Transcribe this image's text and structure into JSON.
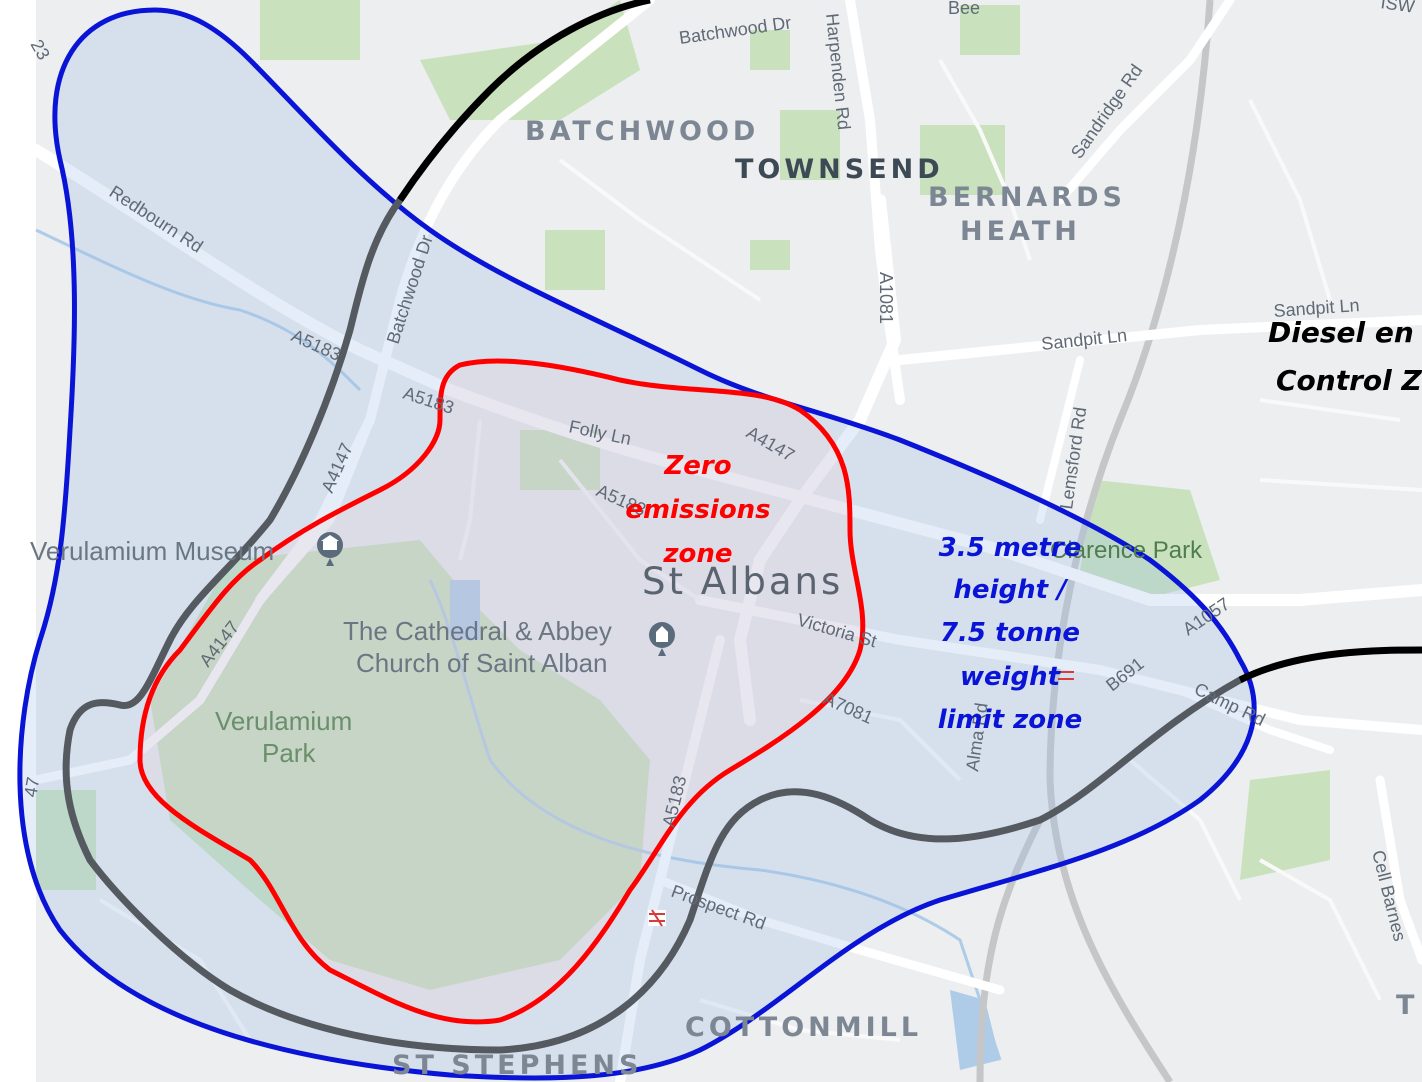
{
  "map": {
    "colors": {
      "land": "#eceef0",
      "land_alt": "#e4e7ea",
      "park": "#c9e2bd",
      "park_dark": "#a8d39a",
      "road": "#ffffff",
      "road_minor": "#f7f7f7",
      "water": "#aecbe8",
      "rail": "#bdbdbd",
      "zone_zero": "#ff0000",
      "zone_height": "#0000dd",
      "diesel_line": "#000000",
      "inner_ring": "#555a60"
    },
    "districts": {
      "batchwood": "BATCHWOOD",
      "townsend": "TOWNSEND",
      "bernards_1": "BERNARDS",
      "bernards_2": "HEATH",
      "cottonmill": "COTTONMILL",
      "st_stephens": "ST STEPHENS",
      "t_partial": "T"
    },
    "city": "St Albans",
    "places": {
      "museum": "Verulamium Museum",
      "cathedral_1": "The Cathedral & Abbey",
      "cathedral_2": "Church of Saint Alban",
      "park_1": "Verulamium",
      "park_2": "Park",
      "clarence": "Clarence Park"
    },
    "roads": {
      "batchwood_dr_top": "Batchwood Dr",
      "batchwood_dr_side": "Batchwood Dr",
      "harpenden_rd": "Harpenden Rd",
      "sandridge_rd": "Sandridge Rd",
      "redbourn_rd": "Redbourn Rd",
      "a5183_a": "A5183",
      "a5183_b": "A5183",
      "a5183_c": "A5183",
      "a5183_d": "A5183",
      "a4147_a": "A4147",
      "a4147_b": "A4147",
      "a4147_c": "A4147",
      "a1081_top": "A1081",
      "a1081_bottom": "A7081",
      "folly_ln": "Folly Ln",
      "sandpit_ln_a": "Sandpit Ln",
      "sandpit_ln_b": "Sandpit Ln",
      "lemsford_rd": "Lemsford Rd",
      "victoria_st": "Victoria St",
      "b691": "B691",
      "a1057": "A1057",
      "camp_rd": "Camp Rd",
      "alma_rd": "Alma Rd",
      "prospect_rd": "Prospect Rd",
      "cell_barnes": "Cell Barnes",
      "bee_partial": "Bee",
      "edge_23": "23",
      "edge_47": "47",
      "edge_top_right": "ISW"
    },
    "zones": {
      "zero": [
        "Zero",
        "emissions",
        "zone"
      ],
      "height": [
        "3.5 metre",
        "height /",
        "7.5 tonne",
        "weight",
        "limit zone"
      ],
      "diesel": [
        "Diesel en",
        "Control Z"
      ]
    }
  }
}
